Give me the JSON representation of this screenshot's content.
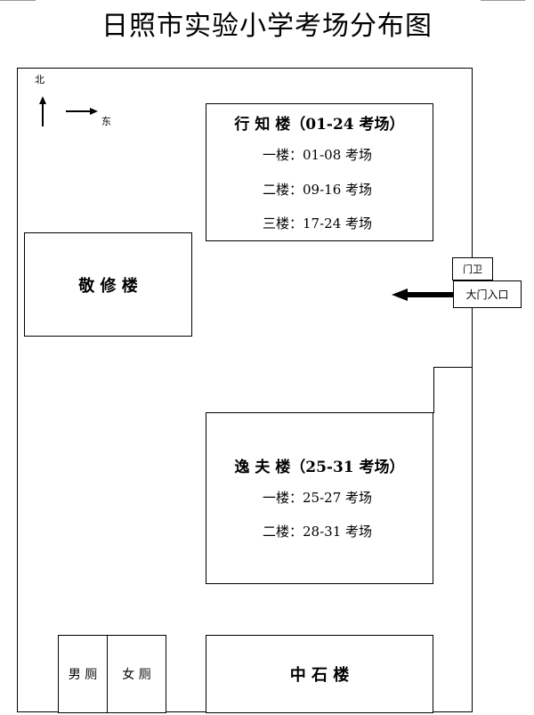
{
  "title": "日照市实验小学考场分布图",
  "compass": {
    "north": "北",
    "east": "东"
  },
  "buildings": {
    "xingzhi": {
      "name": "行 知 楼（01-24 考场）",
      "floors": [
        "一楼：01-08 考场",
        "二楼：09-16 考场",
        "三楼：17-24 考场"
      ]
    },
    "jingxiu": {
      "name": "敬 修 楼"
    },
    "yifu": {
      "name": "逸 夫 楼（25-31 考场）",
      "floors": [
        "一楼：25-27 考场",
        "二楼：28-31 考场"
      ]
    },
    "zhongshi": {
      "name": "中 石 楼"
    },
    "toilet_men": {
      "name": "男 厕"
    },
    "toilet_women": {
      "name": "女 厕"
    },
    "guard": {
      "name": "门卫"
    },
    "gate": {
      "name": "大门入口"
    }
  }
}
